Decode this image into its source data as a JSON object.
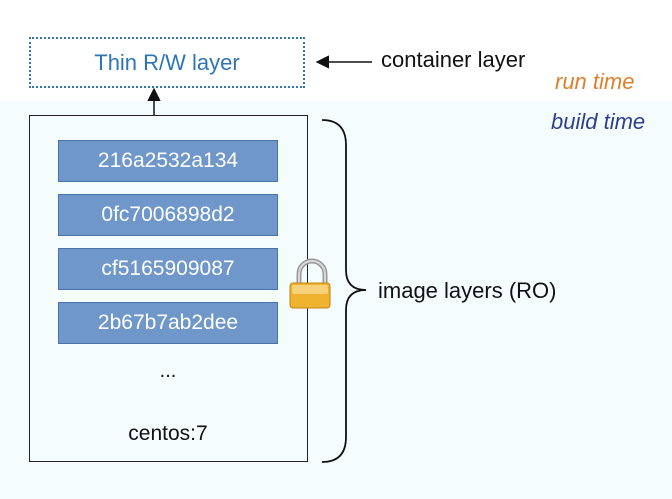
{
  "runtime_zone": {
    "rw_layer_label": "Thin R/W layer",
    "container_layer_label": "container layer",
    "run_time_label": "run time"
  },
  "build_zone": {
    "build_time_label": "build time",
    "image_layers_label": "image layers (RO)",
    "layers": [
      "216a2532a134",
      "0fc7006898d2",
      "cf5165909087",
      "2b67b7ab2dee"
    ],
    "ellipsis": "...",
    "base_image": "centos:7"
  },
  "icons": {
    "lock": "lock-icon"
  },
  "colors": {
    "rw_border": "#2e75b6",
    "layer_fill": "#6f97c9",
    "run_time": "#e07f2a",
    "build_time": "#2e3f8f",
    "build_background": "#f4fcfd"
  }
}
